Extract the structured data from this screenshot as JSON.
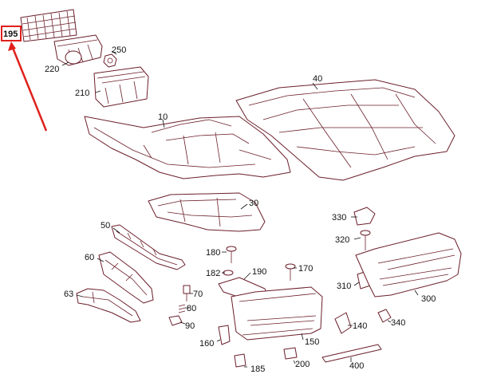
{
  "highlight": {
    "label": "195",
    "box_color": "#e0201c",
    "arrow_color": "#e0201c"
  },
  "colors": {
    "line": "#6b1f2a",
    "text": "#111111",
    "background": "#ffffff"
  },
  "labels": {
    "l220": "220",
    "l250": "250",
    "l210": "210",
    "l40": "40",
    "l10": "10",
    "l30": "30",
    "l330": "330",
    "l50": "50",
    "l320": "320",
    "l60": "60",
    "l180": "180",
    "l170": "170",
    "l182": "182",
    "l190": "190",
    "l310": "310",
    "l63": "63",
    "l70": "70",
    "l80": "80",
    "l90": "90",
    "l300": "300",
    "l140": "140",
    "l340": "340",
    "l160": "160",
    "l150": "150",
    "l185": "185",
    "l200": "200",
    "l400": "400"
  }
}
